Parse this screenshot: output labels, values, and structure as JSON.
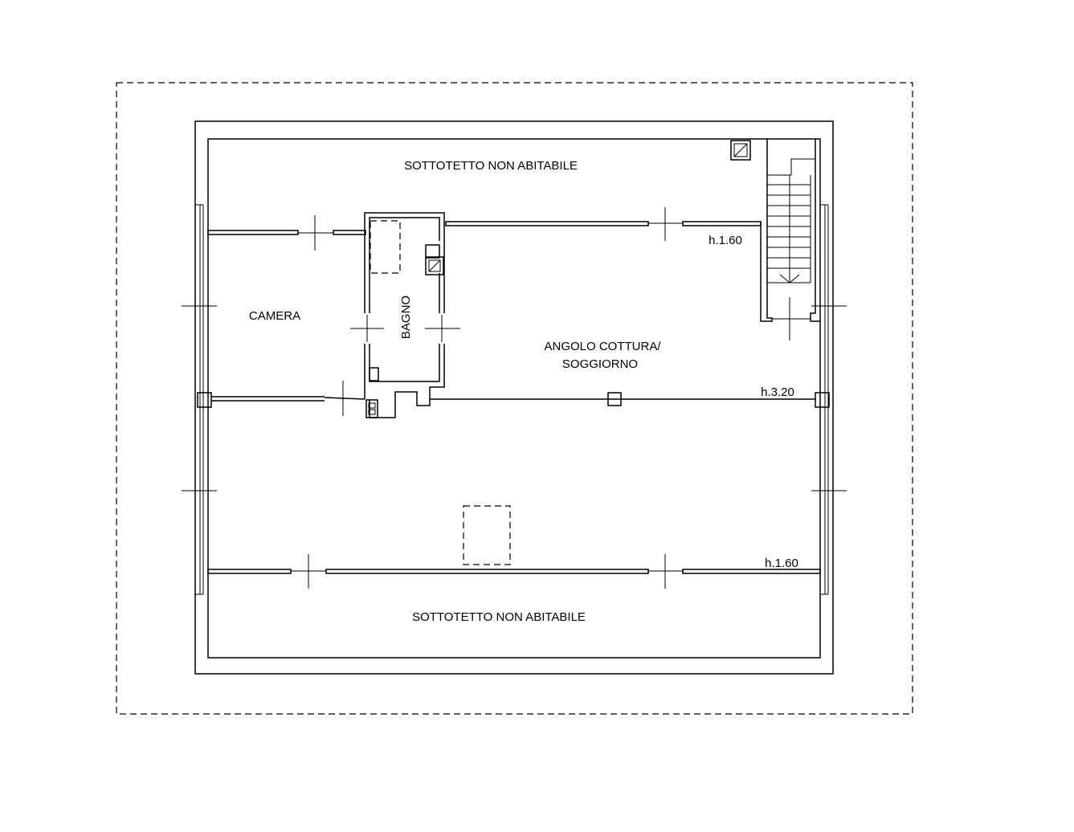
{
  "floor_plan": {
    "rooms": {
      "attic_top": "SOTTOTETTO NON ABITABILE",
      "attic_bottom": "SOTTOTETTO NON ABITABILE",
      "bedroom": "CAMERA",
      "bathroom": "BAGNO",
      "kitchen_living_line1": "ANGOLO COTTURA/",
      "kitchen_living_line2": "SOGGIORNO"
    },
    "heights": {
      "top_right": "h.1.60",
      "middle_right": "h.3.20",
      "bottom_right": "h.1.60"
    }
  }
}
